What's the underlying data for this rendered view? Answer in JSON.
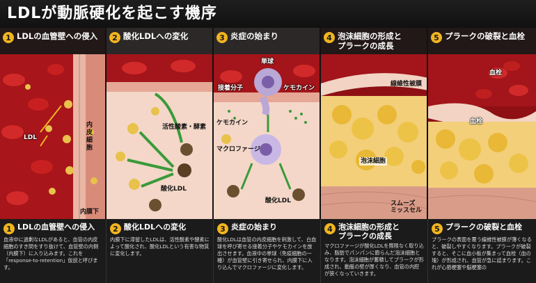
{
  "title": "LDLが動脈硬化を起こす機序",
  "panels": [
    {
      "num": "1",
      "heading": "LDLの血管壁への侵入",
      "labels": {
        "ldl": "LDL",
        "endothelium": "内皮細胞",
        "intima": "内膜下"
      }
    },
    {
      "num": "2",
      "heading": "酸化LDLへの変化",
      "labels": {
        "ros": "活性酸素・酵素",
        "oxldl": "酸化LDL"
      }
    },
    {
      "num": "3",
      "heading": "炎症の始まり",
      "labels": {
        "monocyte": "単球",
        "adhesion": "接着分子",
        "chemokine1": "ケモカイン",
        "chemokine2": "ケモカイン",
        "macrophage": "マクロファージ",
        "oxldl": "酸化LDL"
      }
    },
    {
      "num": "4",
      "heading": "泡沫細胞の形成と\nプラークの成長",
      "labels": {
        "capsule": "線維性被膜",
        "foam": "泡沫細胞",
        "smc": "スムーズ\nミッスセル"
      }
    },
    {
      "num": "5",
      "heading": "プラークの破裂と血栓",
      "labels": {
        "thrombus1": "血栓",
        "thrombus2": "血栓"
      }
    }
  ],
  "captions": [
    {
      "num": "1",
      "heading": "LDLの血管壁への侵入",
      "body": "血液中に過剰なLDLがあると、血管の内皮細胞のすき間をすり抜けて、血管壁の内側（内膜下）に入り込みます。これを「response-to-retention」仮説と呼びます。"
    },
    {
      "num": "2",
      "heading": "酸化LDLへの変化",
      "body": "内膜下に滞留したLDLは、活性酸素や酵素によって酸化され、酸化LDLという有害な物質に変化します。"
    },
    {
      "num": "3",
      "heading": "炎症の始まり",
      "body": "酸化LDLは血管の内皮細胞を刺激して、白血球を呼び寄せる接着分子やケモカインを放出させます。血液中の単球（免疫細胞の一種）が血管壁に引き寄せられ、内膜下に入り込んでマクロファージに変化します。"
    },
    {
      "num": "4",
      "heading": "泡沫細胞の形成と\nプラークの成長",
      "body": "マクロファージが酸化LDLを際限なく取り込み、脂肪でパンパンに膨らんだ泡沫細胞となります。泡沫細胞が蓄積してプラークが形成され、動脈の壁が厚くなり、血管の内腔が狭くなっていきます。"
    },
    {
      "num": "5",
      "heading": "プラークの破裂と血栓",
      "body": "プラークの表面を覆う線維性被膜が薄くなると、破裂しやすくなります。プラークが破裂すると、そこに血小板が集まって血栓（血の塊）が形成され、血管が急に詰まります。これが心筋梗塞や脳梗塞の"
    }
  ],
  "colors": {
    "accent": "#f2b51f",
    "blood": "#c1161c",
    "tissue": "#f1c8bb",
    "plaque": "#e8c24a"
  }
}
